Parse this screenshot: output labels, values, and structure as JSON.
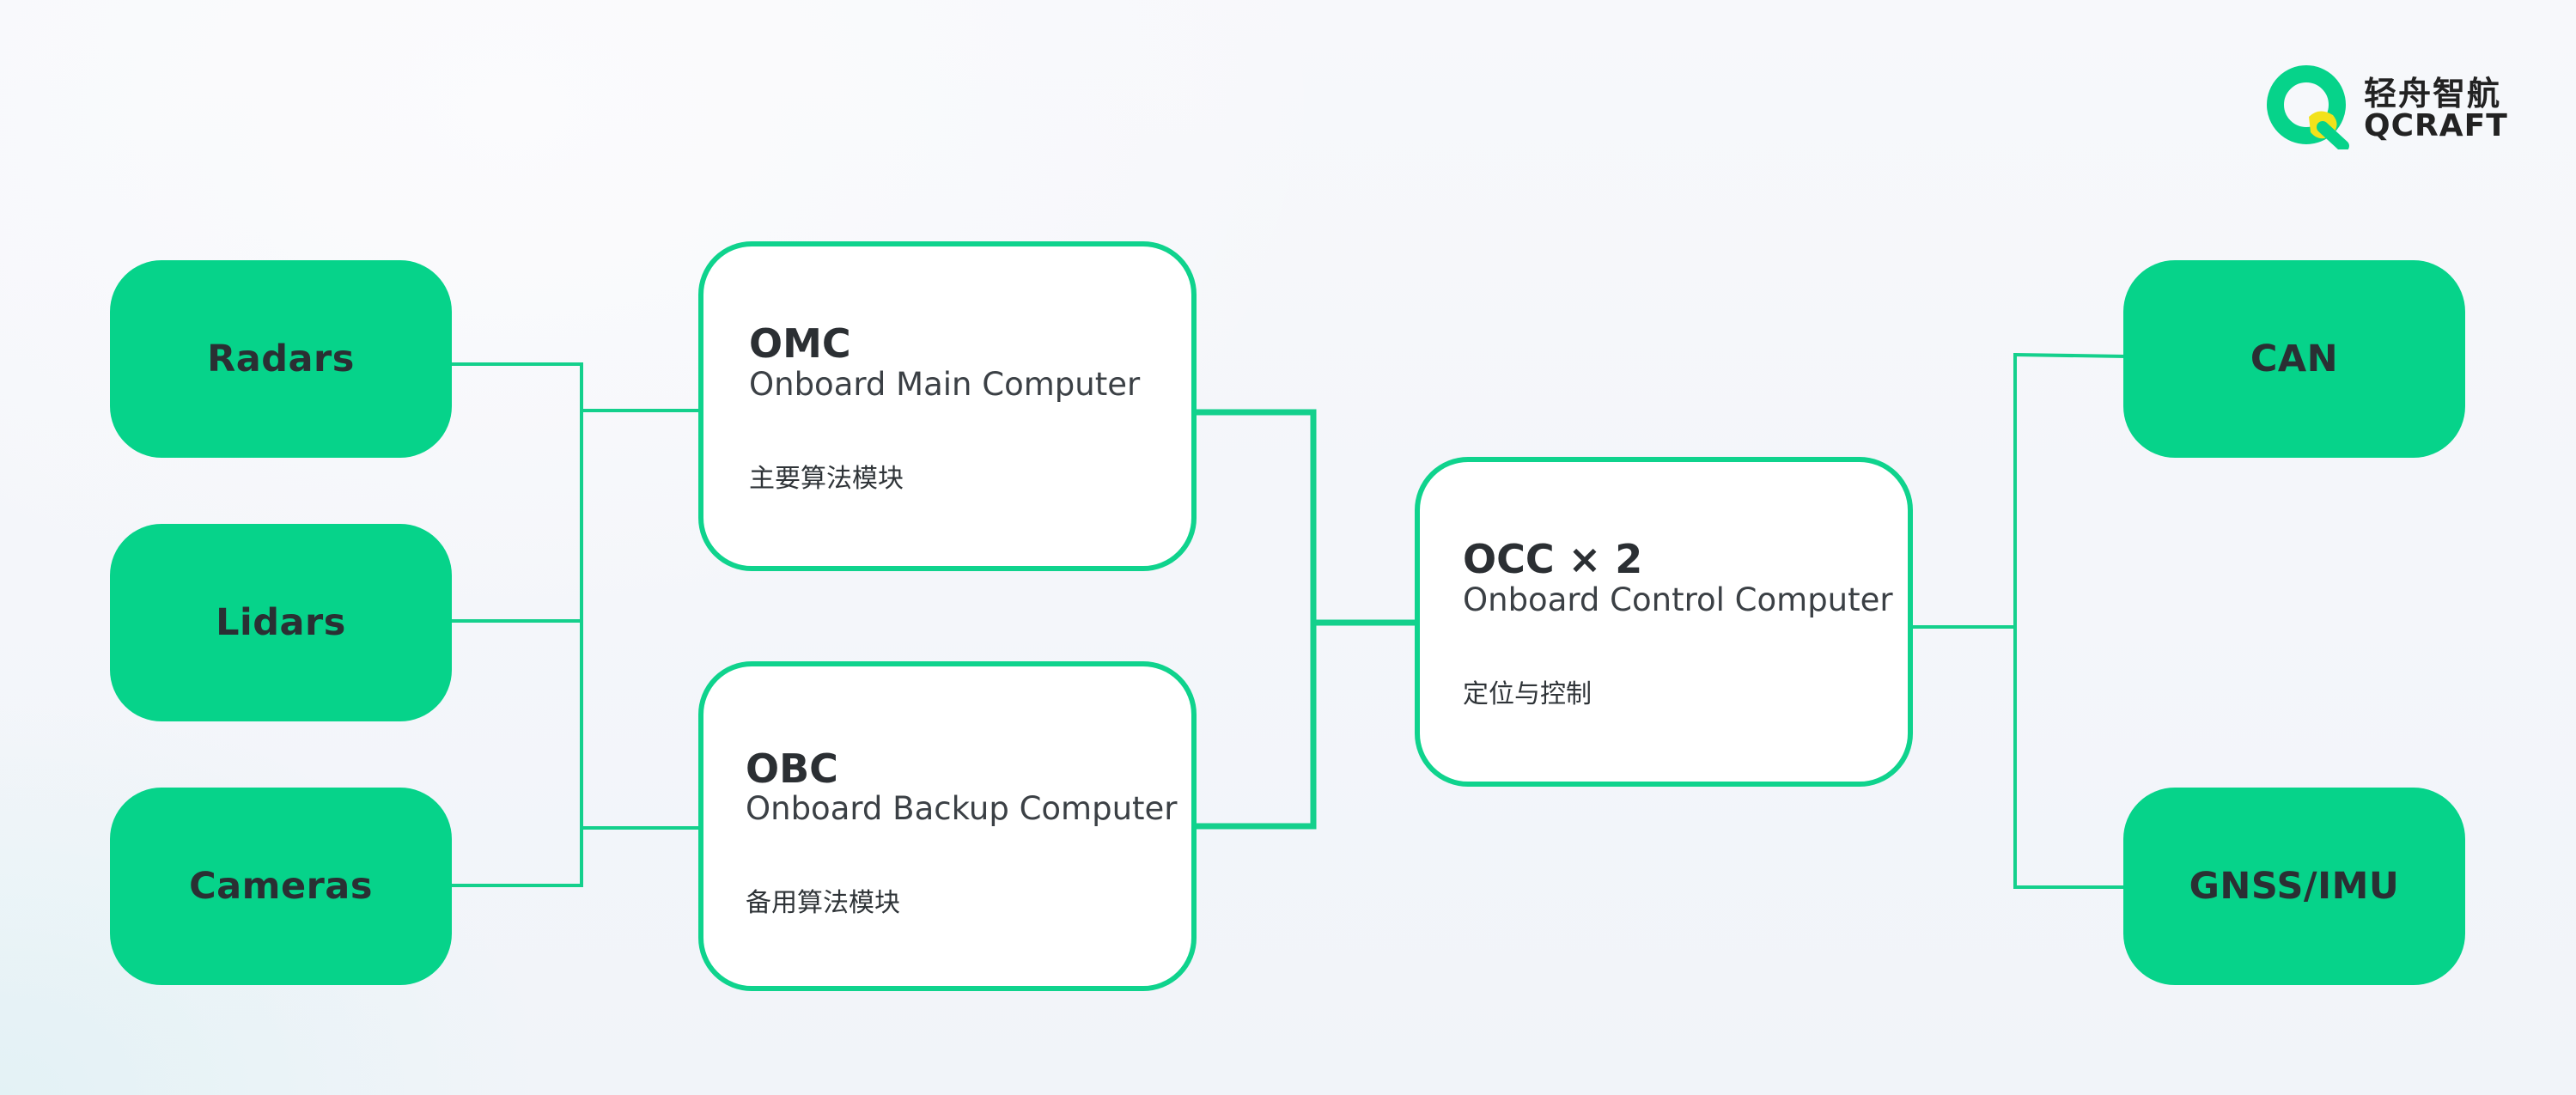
{
  "logo": {
    "name_cn": "轻舟智航",
    "name_en": "QCRAFT",
    "icon": "qcraft-q-logo-icon",
    "colors": {
      "ring": "#06d38a",
      "accent": "#f2e21b"
    }
  },
  "inputs": [
    {
      "label": "Radars"
    },
    {
      "label": "Lidars"
    },
    {
      "label": "Cameras"
    }
  ],
  "omc": {
    "abbr": "OMC",
    "full": "Onboard Main Computer",
    "cn": "主要算法模块"
  },
  "obc": {
    "abbr": "OBC",
    "full": "Onboard Backup Computer",
    "cn": "备用算法模块"
  },
  "occ": {
    "abbr": "OCC × 2",
    "full": "Onboard Control Computer",
    "cn": "定位与控制"
  },
  "outputs": [
    {
      "label": "CAN"
    },
    {
      "label": "GNSS/IMU"
    }
  ],
  "colors": {
    "green_fill": "#06d38a",
    "green_stroke": "#0fd38d",
    "text_dark": "#2b2f33"
  }
}
